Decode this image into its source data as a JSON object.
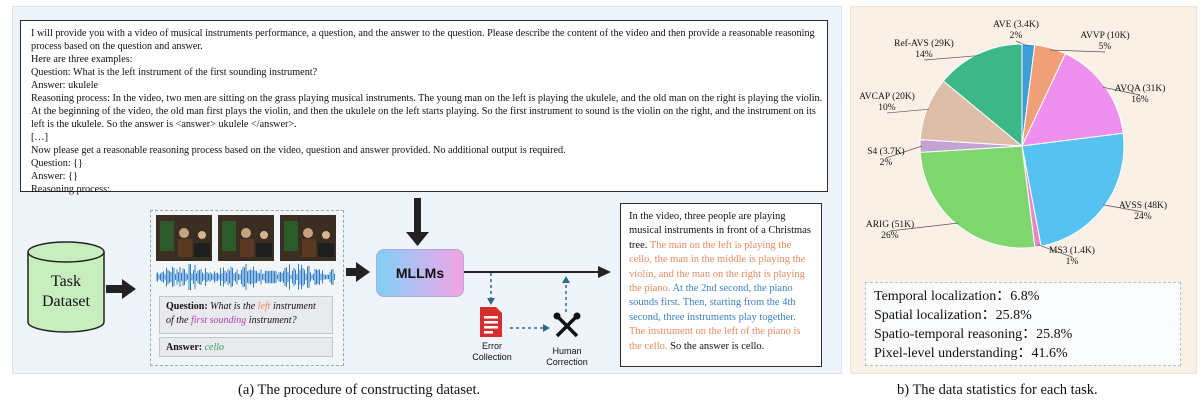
{
  "prompt": {
    "lines": [
      "I will provide you with a video of musical instruments performance, a question, and the answer to the question. Please describe the content of the video and then provide a reasonable reasoning",
      "process based on the question and answer.",
      "Here are three examples:",
      "Question: What is the left instrument of the first sounding instrument?",
      "Answer: ukulele",
      "Reasoning process: In the video, two men are sitting on the grass playing musical instruments. The young man on the left is playing the ukulele, and the old man on the right is playing the violin.",
      "At the beginning of the video, the old man first plays the violin, and then the ukulele on the left starts playing. So the first instrument to sound is the violin on the right, and the instrument on its",
      "left is the ukulele. So the answer is <answer> ukulele </answer>.",
      "[…]",
      "Now please get a reasonable reasoning process based on the video, question and answer provided. No additional output is required.",
      "Question: {}",
      "Answer: {}",
      "Reasoning process:"
    ]
  },
  "task_dataset": {
    "line1": "Task",
    "line2": "Dataset"
  },
  "sample": {
    "question_prefix": "Question:",
    "question_parts": [
      "What is the ",
      "left",
      " instrument",
      "of the ",
      "first sounding",
      " instrument?"
    ],
    "answer_prefix": "Answer:",
    "answer_value": "cello"
  },
  "mllm_label": "MLLMs",
  "error_label": [
    "Error",
    "Collection"
  ],
  "human_label": [
    "Human",
    "Correction"
  ],
  "answer_text": {
    "black1": "In the video, three people are playing musical instruments in front of a Christmas tree.",
    "orange1": " The man on the left is playing the cello, the man in the middle is playing the violin, and the man on the right is playing the piano.",
    "blue1": " At the 2nd second, the piano sounds first. Then, starting from the 4th second, three instruments play together.",
    "orange2": " The instrument on the left of the piano is the cello.",
    "black2": " So the answer is  cello."
  },
  "caption_left": "(a) The procedure of constructing dataset.",
  "caption_right": "b) The data statistics for each task.",
  "stats": [
    "Temporal localization：6.8%",
    "Spatial localization：25.8%",
    "Spatio-temporal reasoning：25.8%",
    "Pixel-level understanding：41.6%"
  ],
  "chart_data": {
    "type": "pie",
    "slices": [
      {
        "name": "AVE (3.4K)",
        "pct_label": "2%",
        "value": 2,
        "color": "#3e9fd8"
      },
      {
        "name": "AVVP (10K)",
        "pct_label": "5%",
        "value": 5,
        "color": "#f0a078"
      },
      {
        "name": "AVQA (31K)",
        "pct_label": "16%",
        "value": 16,
        "color": "#f090ee"
      },
      {
        "name": "AVSS (48K)",
        "pct_label": "24%",
        "value": 24,
        "color": "#55c2f2"
      },
      {
        "name": "MS3 (1.4K)",
        "pct_label": "1%",
        "value": 1,
        "color": "#e886c6"
      },
      {
        "name": "ARIG (51K)",
        "pct_label": "26%",
        "value": 26,
        "color": "#7fd66f"
      },
      {
        "name": "S4 (3.7K)",
        "pct_label": "2%",
        "value": 2,
        "color": "#c3a3d3"
      },
      {
        "name": "AVCAP (20K)",
        "pct_label": "10%",
        "value": 10,
        "color": "#dfbea9"
      },
      {
        "name": "Ref-AVS (29K)",
        "pct_label": "14%",
        "value": 14,
        "color": "#3cb888"
      }
    ]
  }
}
